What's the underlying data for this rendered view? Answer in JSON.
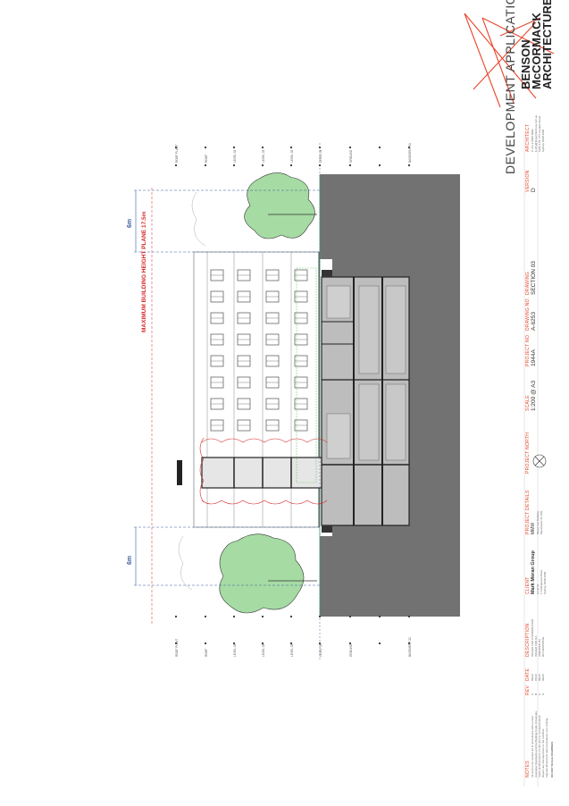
{
  "title_block": {
    "practice_line1": "BENSON",
    "practice_line2": "McCORMACK",
    "practice_line3": "ARCHITECTURE",
    "stage": "DEVELOPMENT APPLICATION",
    "version_label": "VERSION",
    "version_value": "D",
    "architect_label": "ARCHITECT",
    "architect_lines": [
      "P  +61 2 9690 0080",
      "E  info@bmarchitecture.com.au",
      "Suite 2.01, 14 Lonsdale Street",
      "Sydney NSW 2000"
    ],
    "drawing_label": "DRAWING",
    "drawing_value": "SECTION 03",
    "drawing_no_label": "DRAWING NO.",
    "drawing_no_value": "A-6253",
    "project_no_label": "PROJECT NO.",
    "project_no_value": "1944A",
    "scale_label": "SCALE",
    "scale_value": "1:200 @ A3",
    "north_label": "PROJECT NORTH",
    "project_details_label": "PROJECT DETAILS",
    "project_details_lines": [
      "MMW",
      "Mixed Use Building",
      "Manchester St 2011"
    ],
    "client_label": "CLIENT",
    "client_lines": [
      "Mark Moran Group",
      "Level 10",
      "1 Collingwood Place",
      "Sydney NSW 2000"
    ],
    "description_label": "DESCRIPTION",
    "date_label": "DATE",
    "rev_label": "REV",
    "rev_rows": [
      {
        "rev": "A",
        "date": "05/20",
        "desc": "ISSUED FOR COORDINATION"
      },
      {
        "rev": "B",
        "date": "07/20",
        "desc": "ISSUED FOR DA"
      },
      {
        "rev": "C",
        "date": "08/20",
        "desc": "AMENDED DA"
      },
      {
        "rev": "D",
        "date": "09/20",
        "desc": "RFI RESPONSE"
      }
    ],
    "notes_label": "NOTES",
    "notes_lines": [
      "All work to be carried out in accordance with current",
      "Australian Standards and the Building Code of Australia.",
      "Verify all dimensions on site prior to commencement.",
      "Report any discrepancies to the architect.",
      "Figured dimensions take precedence over scaling."
    ],
    "do_not_scale": "DO NOT SCALE DRAWINGS"
  },
  "section": {
    "height_plane_label": "MAXIMUM BUILDING HEIGHT PLANE 17.5m",
    "dim_left": "6m",
    "dim_right": "6m",
    "level_labels_top": [
      "ROOF PLANT",
      "ROOF",
      "LEVEL 04",
      "LEVEL 03",
      "LEVEL 02",
      "LEVEL 01",
      "GROUND",
      "BASEMENT 01"
    ],
    "level_labels_bottom": [
      "ROOF PLANT",
      "ROOF",
      "LEVEL 04",
      "LEVEL 03",
      "LEVEL 02",
      "LEVEL 01",
      "GROUND",
      "BASEMENT 01"
    ]
  },
  "colors": {
    "accent_orange": "#e8472b",
    "height_plane_red": "#d62a2a",
    "dim_blue": "#3b5fa0",
    "tree_green": "#8fcf8c",
    "ground_grey": "#707070"
  }
}
